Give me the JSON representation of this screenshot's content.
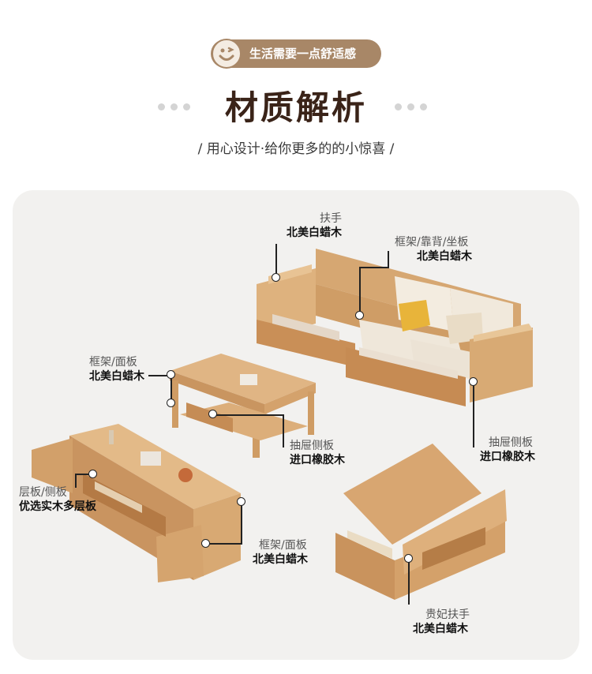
{
  "header": {
    "slogan": "生活需要一点舒适感",
    "title": "材质解析",
    "subtitle": "/ 用心设计·给你更多的的小惊喜 /"
  },
  "colors": {
    "badge": "#a88767",
    "title": "#3a2318",
    "panel": "#f2f1ef",
    "wood": "#d9ae7c"
  },
  "annotations": {
    "armrest": {
      "part": "扶手",
      "material": "北美白蜡木"
    },
    "sofa_frame": {
      "part": "框架/靠背/坐板",
      "material": "北美白蜡木"
    },
    "table_frame": {
      "part": "框架/面板",
      "material": "北美白蜡木"
    },
    "table_drawer": {
      "part": "抽屉侧板",
      "material": "进口橡胶木"
    },
    "sofa_drawer": {
      "part": "抽屉侧板",
      "material": "进口橡胶木"
    },
    "tv_shelf": {
      "part": "层板/侧板",
      "material": "优选实木多层板"
    },
    "tv_frame": {
      "part": "框架/面板",
      "material": "北美白蜡木"
    },
    "stool_armrest": {
      "part": "贵妃扶手",
      "material": "北美白蜡木"
    }
  }
}
